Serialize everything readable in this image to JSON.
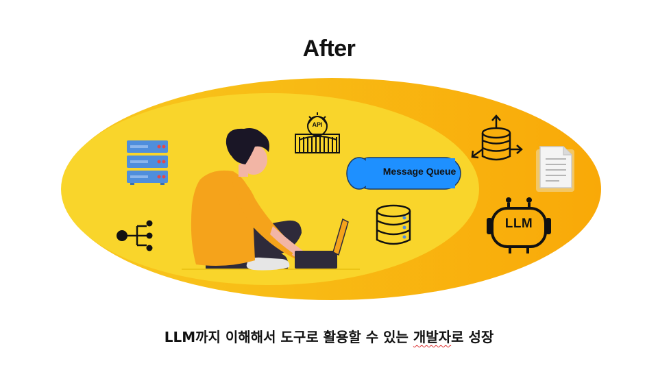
{
  "title": "After",
  "caption": {
    "part1": "LLM까지 이해해서 도구로 활용할 수 있는 ",
    "part2": "개발자",
    "part3": "로 성장"
  },
  "labels": {
    "message_queue": "Message Queue",
    "llm": "LLM",
    "api": "API"
  },
  "colors": {
    "outer_ellipse": "#FBB515",
    "inner_ellipse": "#F9D423",
    "queue": "#1E90FF",
    "server": "#4F8EDC",
    "shirt": "#F5A31B"
  },
  "icons": [
    "server-rack-icon",
    "api-gateway-icon",
    "database-sync-icon",
    "document-icon",
    "network-tree-icon",
    "database-icon",
    "llm-robot-icon",
    "laptop-icon"
  ]
}
